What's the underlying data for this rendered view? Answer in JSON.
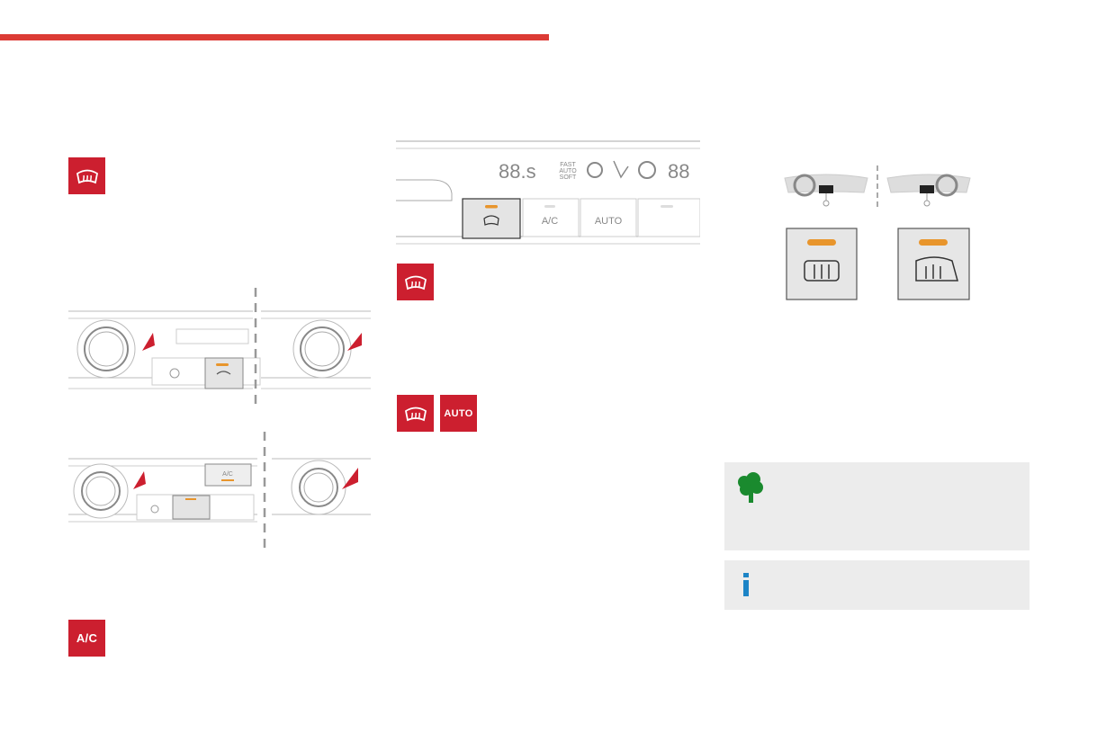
{
  "icons": {
    "front_demist_1": {
      "name": "front-windscreen-demist-icon",
      "color": "#cc1f2f"
    },
    "front_demist_2": {
      "name": "front-windscreen-demist-icon",
      "color": "#cc1f2f"
    },
    "front_demist_3": {
      "name": "front-windscreen-demist-icon",
      "color": "#cc1f2f"
    },
    "auto_label": "AUTO",
    "ac_label": "A/C"
  },
  "top_panel": {
    "display_left": "88.s",
    "display_right": "88",
    "mode_fast": "FAST",
    "mode_auto": "AUTO",
    "mode_soft": "SOFT",
    "ac_button": "A/C",
    "auto_button": "AUTO"
  },
  "knob_panel_2": {
    "ac_button": "A/C"
  },
  "notes": {
    "eco_icon": "tree-icon",
    "eco_color": "#1a8a2e",
    "info_icon": "info-icon",
    "info_color": "#1c84c6"
  },
  "colors": {
    "accent_red": "#dc3b35",
    "indicator_orange": "#e8952c",
    "note_bg": "#ececec"
  }
}
